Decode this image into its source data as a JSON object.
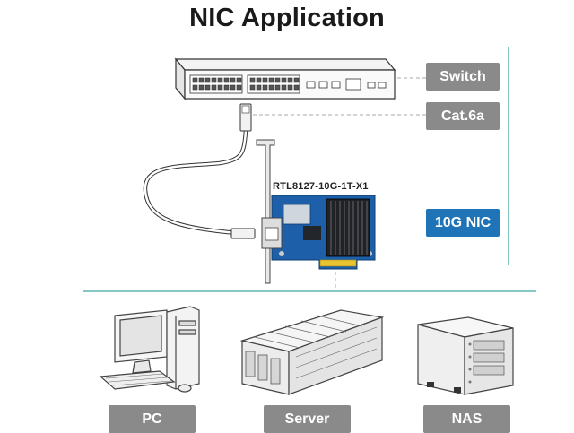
{
  "title": "NIC Application",
  "labels": {
    "switch": "Switch",
    "cable": "Cat.6a",
    "nic": "10G NIC",
    "pc": "PC",
    "server": "Server",
    "nas": "NAS"
  },
  "nic_model": "RTL8127-10G-1T-X1",
  "colors": {
    "label_gray": "#8a8a8a",
    "label_blue": "#1f73b7",
    "divider": "#5fb7b0",
    "pcb": "#1d5fa8"
  }
}
